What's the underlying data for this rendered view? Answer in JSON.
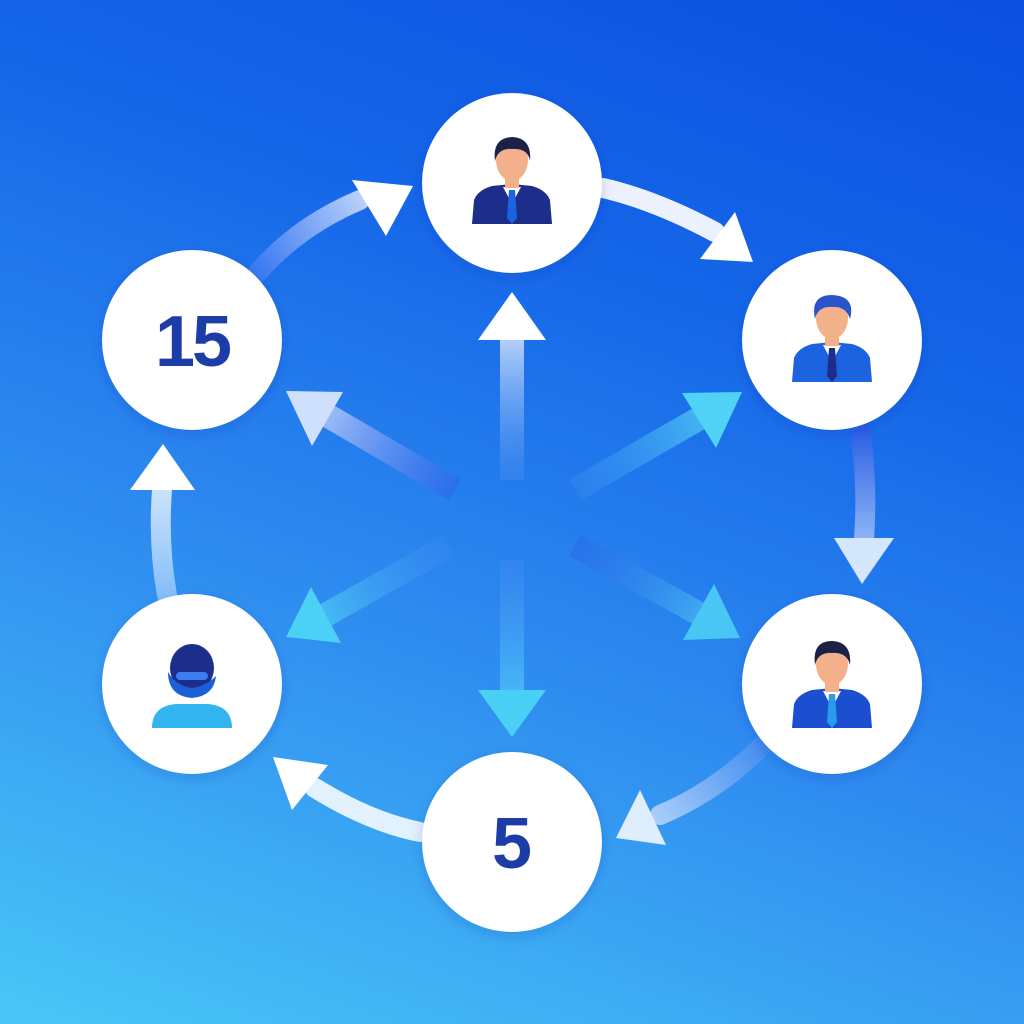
{
  "colors": {
    "node_fill": "#ffffff",
    "number_text": "#1f3ea8",
    "suit_dark": "#1b2f8a",
    "suit_blue": "#1f63e0",
    "hair_dark": "#1a2347",
    "skin": "#f4b08a",
    "headset_blue": "#1e5fd6",
    "shirt_light": "#33b4ee"
  },
  "nodes": {
    "top": {
      "kind": "person",
      "icon": "businessman-icon"
    },
    "upper_right": {
      "kind": "person",
      "icon": "businessman-blue-hair-icon"
    },
    "lower_right": {
      "kind": "person",
      "icon": "businessman-icon"
    },
    "bottom": {
      "kind": "number",
      "label": "5"
    },
    "lower_left": {
      "kind": "person",
      "icon": "support-agent-icon"
    },
    "upper_left": {
      "kind": "number",
      "label": "15"
    }
  },
  "cycle_arrows": [
    {
      "from": "upper_left",
      "to": "top"
    },
    {
      "from": "top",
      "to": "upper_right"
    },
    {
      "from": "upper_right",
      "to": "lower_right"
    },
    {
      "from": "lower_right",
      "to": "bottom"
    },
    {
      "from": "bottom",
      "to": "lower_left"
    },
    {
      "from": "lower_left",
      "to": "upper_left"
    }
  ],
  "hub_arrows": [
    {
      "to": "top"
    },
    {
      "to": "upper_right"
    },
    {
      "to": "lower_right"
    },
    {
      "to": "bottom"
    },
    {
      "to": "lower_left"
    },
    {
      "to": "upper_left"
    }
  ]
}
